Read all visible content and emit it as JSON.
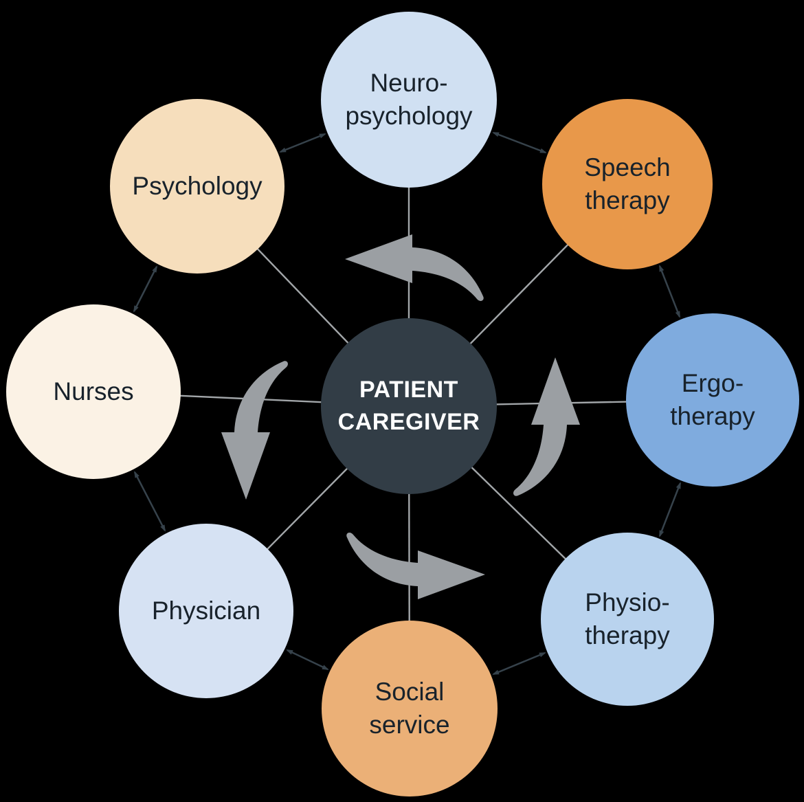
{
  "diagram": {
    "center": {
      "label_lines": [
        "PATIENT",
        "CAREGIVER"
      ],
      "color": "#323d46",
      "text_color": "#ffffff"
    },
    "nodes": {
      "neuropsychology": {
        "label_lines": [
          "Neuro-",
          "psychology"
        ],
        "color": "#d0e0f2"
      },
      "speech_therapy": {
        "label_lines": [
          "Speech",
          "therapy"
        ],
        "color": "#e8984a"
      },
      "ergotherapy": {
        "label_lines": [
          "Ergo-",
          "therapy"
        ],
        "color": "#7fabde"
      },
      "physiotherapy": {
        "label_lines": [
          "Physio-",
          "therapy"
        ],
        "color": "#b9d3ee"
      },
      "social_service": {
        "label_lines": [
          "Social",
          "service"
        ],
        "color": "#ebb077"
      },
      "physician": {
        "label_lines": [
          "Physician"
        ],
        "color": "#d6e2f3"
      },
      "nurses": {
        "label_lines": [
          "Nurses"
        ],
        "color": "#fbf2e5"
      },
      "psychology": {
        "label_lines": [
          "Psychology"
        ],
        "color": "#f6debc"
      }
    },
    "colors": {
      "radial_line": "#a2a6a9",
      "ring_line": "#36424b",
      "rotation_arrow": "#9b9fa3",
      "label_text": "#18222b"
    }
  }
}
